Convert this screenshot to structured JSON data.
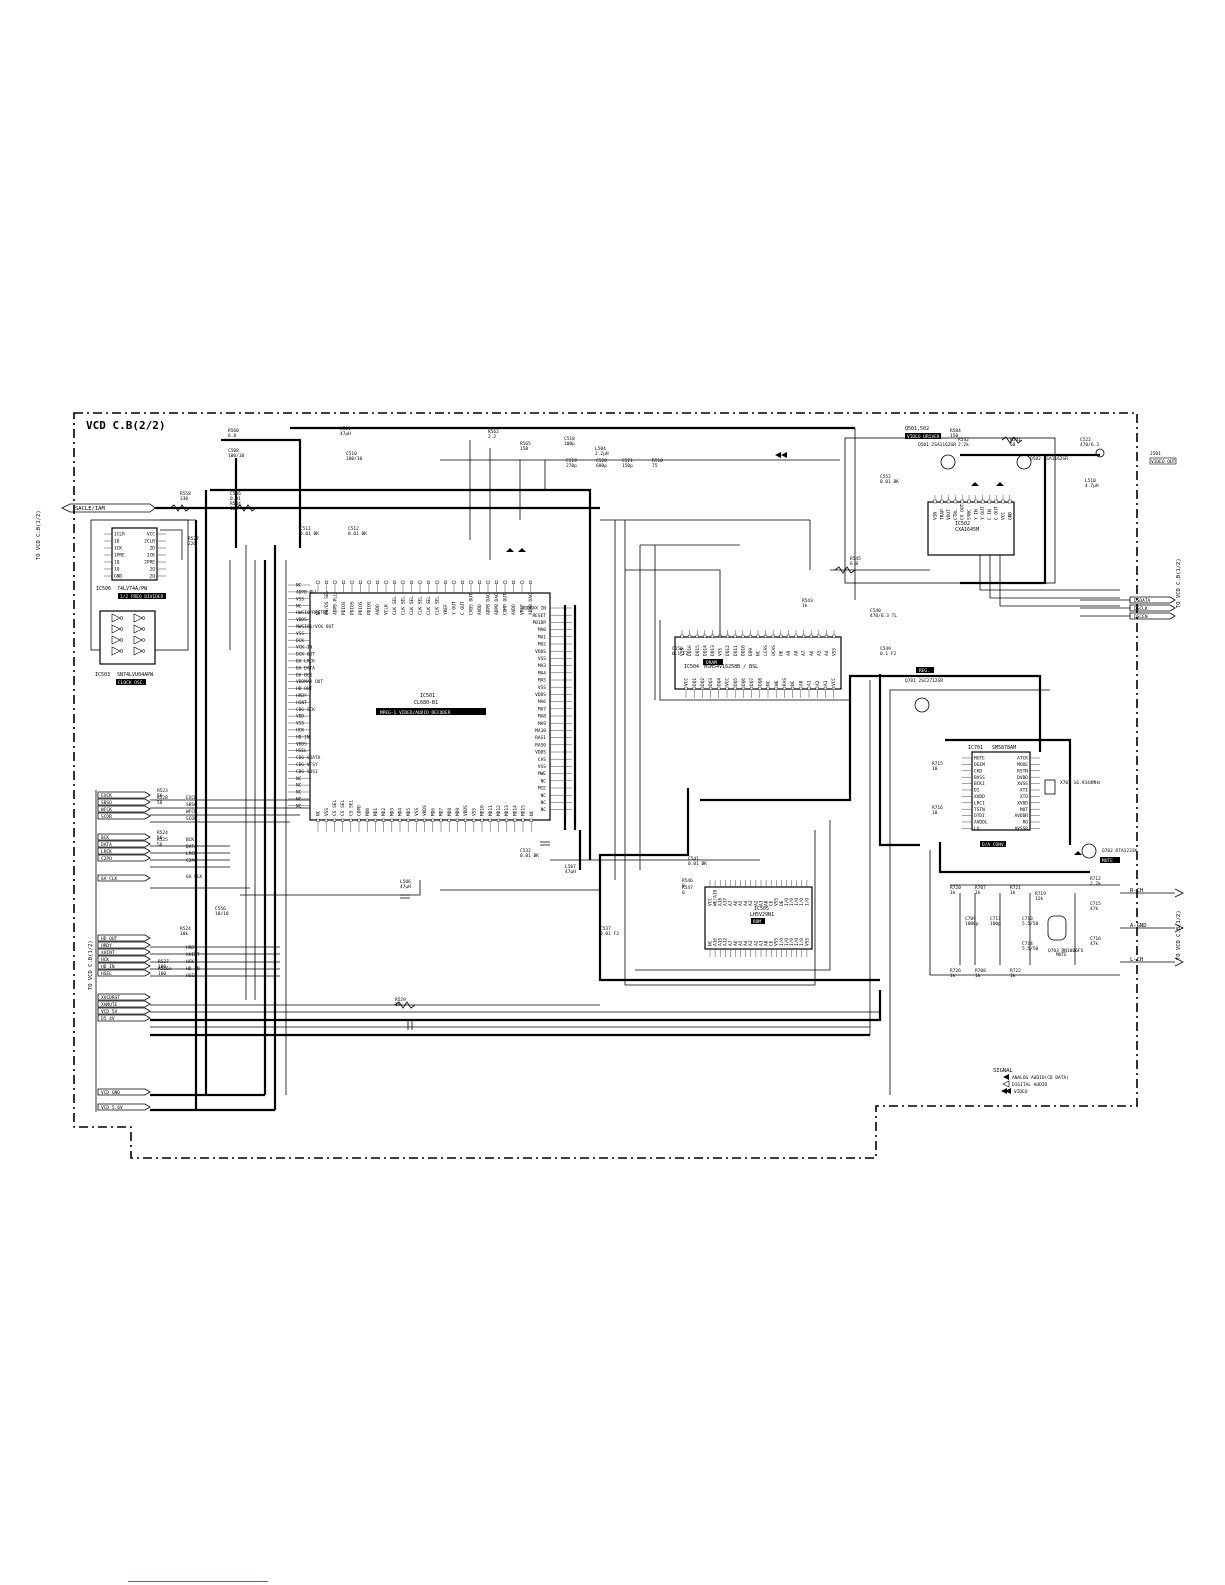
{
  "title": "VCD C.B(2/2)",
  "to_vcd_cb": "TO VCD C.B(1/2)",
  "ics": {
    "ic501": {
      "ref": "IC501",
      "part": "CL680-B1",
      "desc": "MPEG-1 VIDEO/AUDIO DECODER"
    },
    "ic502": {
      "ref": "IC502",
      "part": "CXA1645M"
    },
    "ic503": {
      "ref": "IC503",
      "part": "SN74LVU04APW",
      "desc": "CLOCK OSC."
    },
    "ic504": {
      "ref": "IC504",
      "part": "MSM54V16258B / BSL",
      "desc": "DRAM"
    },
    "ic505": {
      "ref": "IC505",
      "part": "LH5V29N1",
      "desc": "ROM"
    },
    "ic506": {
      "ref": "IC506",
      "part": "74LV74A/PW",
      "desc": "1/2 FREQ DIVIDER"
    },
    "ic701": {
      "ref": "IC701",
      "part": "SM5878AM",
      "desc": "D/A CONV."
    }
  },
  "video": {
    "q501": "Q501 2SA1162GR",
    "q502": "Q502 2SA1162GR",
    "driver": "VIDEO DRIVER",
    "q501_502": "Q501,502",
    "jack": "J501",
    "jack_label": "VIDEO OUT"
  },
  "audio": {
    "q701": "Q701 2SC2712GR",
    "q702": "Q702 DTA123JK",
    "q703": "Q703 RN1006FS",
    "reg": "REG.",
    "mute": "MUTE",
    "x701": "X701 16.9344MHz",
    "r_ch": "R-CH",
    "a_gnd": "A-GND",
    "l_ch": "L-CH"
  },
  "left_signals": [
    "EXCK",
    "SBSO",
    "WFCK",
    "SCOR",
    "BCK",
    "DATA",
    "LRCK",
    "C2PO",
    "6A CLK",
    "HD OUT",
    "HRDY",
    "XHINT",
    "HCK",
    "HD IN",
    "HSEL",
    "XVCDRST",
    "XAMUTE",
    "VCD 5V",
    "D5 4V",
    "VCD GND",
    "VCD 5.6V"
  ],
  "left_signals_mid": [
    "EXCK",
    "SBSO",
    "WFCK",
    "SCOR",
    "BCK",
    "DATA",
    "LRCK",
    "C2PO",
    "6A CLK",
    "HRDY",
    "XHINT",
    "HCK",
    "HD IN",
    "HSEL"
  ],
  "right_signals": [
    "DSDATA",
    "DSCLK",
    "DSCEN"
  ],
  "top_signal": "SACLE/IAM",
  "legend": {
    "title": "SIGNAL",
    "items": [
      "ANALOG AUDIO(CD DATA)",
      "DIGITAL AUDIO",
      "VIDEO"
    ]
  },
  "ic501_left_pins": [
    "NC",
    "ADPB PLL",
    "VSS",
    "NC",
    "HWSIO/RESTRE",
    "VDDS",
    "MWSIO1/VCK OUT",
    "VSS",
    "DCK",
    "VCK IN",
    "DCK OUT",
    "DA LRCK",
    "DA DATA",
    "DA BCK",
    "VDDMAX OUT",
    "HD OUT",
    "HRDY",
    "HINT",
    "CDG SCK",
    "VDD",
    "VSS",
    "HCK",
    "HD-IN",
    "VDDS",
    "HSEL",
    "CDG SDATA",
    "CDG VFSY",
    "CDG SOS1",
    "NC",
    "NC",
    "NC",
    "NC",
    "NC"
  ],
  "ic501_top_pins": [
    "NC",
    "PB/DS SEL",
    "ADPB PLL",
    "PDIOS",
    "PDIOS",
    "PDIOS",
    "PDIOS",
    "AVDD",
    "VCLK",
    "CLK SEL",
    "CLK SEL",
    "CLK SEL",
    "CLK SEL",
    "CLK SEL",
    "CLK SEL",
    "YREF",
    "Y OUT",
    "C OUT",
    "CVBS OUT",
    "AVDD",
    "ADPB DAC",
    "ADPB DAC",
    "COMP OUT",
    "AVDD",
    "VREF",
    "ADPB DAC"
  ],
  "ic501_right_pins": [
    "VDDMAX IN",
    "RESET",
    "PB1DP",
    "MA0",
    "MA1",
    "MA2",
    "VDDS",
    "VSS",
    "MA3",
    "MA4",
    "MA5",
    "VSS",
    "VDDS",
    "MA6",
    "MA7",
    "MA8",
    "MA9",
    "MA10",
    "RAS1",
    "RAS0",
    "VDDS",
    "CAS",
    "VSS",
    "MWE",
    "NC",
    "MCE",
    "NC",
    "NC",
    "NC"
  ],
  "ic501_bottom_pins": [
    "NC",
    "VSS",
    "CS SEL",
    "CS SEL",
    "CS SEL",
    "CDPD",
    "MD0",
    "MD1",
    "MD2",
    "MD3",
    "MD4",
    "MD5",
    "VSS",
    "VDDS",
    "MD6",
    "MD7",
    "MD8",
    "MD9",
    "VDDS",
    "VSS",
    "MD10",
    "MD11",
    "MD12",
    "MD13",
    "MD14",
    "MD15",
    "NC"
  ],
  "ic504_top_pins": [
    "VSS",
    "DQ16",
    "DQ15",
    "DQ14",
    "DQ13",
    "VSS",
    "DQ12",
    "DQ11",
    "DQ10",
    "DQ9",
    "NC",
    "LCAS",
    "UCAS",
    "OE",
    "A9",
    "A8",
    "A7",
    "A6",
    "A5",
    "A4",
    "VSS"
  ],
  "ic504_bottom_pins": [
    "VCC",
    "DQ1",
    "DQ2",
    "DQ3",
    "DQ4",
    "VCC",
    "DQ5",
    "DQ6",
    "DQ7",
    "DQ8",
    "NC",
    "WE",
    "RAS",
    "NC",
    "A0",
    "A1",
    "A2",
    "A3",
    "VCC"
  ],
  "ic505_top_pins": [
    "VCC",
    "WE/A19",
    "A18",
    "A17",
    "A7",
    "A6",
    "A5",
    "A4",
    "A3",
    "A2",
    "A1",
    "A0",
    "CE",
    "VSS",
    "OE",
    "I/O",
    "I/O",
    "I/O",
    "I/O",
    "I/O"
  ],
  "ic505_bottom_pins": [
    "NC",
    "A16",
    "A15",
    "A12",
    "A7",
    "A6",
    "A5",
    "A4",
    "A3",
    "A2",
    "A1",
    "A0",
    "CE",
    "VSS",
    "I/O",
    "I/O",
    "I/O",
    "I/O",
    "I/O",
    "VSS"
  ],
  "ic502_pins": [
    "VIN",
    "TRAP",
    "VOUT",
    "CTRL",
    "CV OUT",
    "SYNC",
    "Y IN",
    "Y OUT",
    "C IN",
    "C OUT",
    "VCC",
    "GND"
  ],
  "ic701_left": [
    "MUTE",
    "DEEM",
    "CKD",
    "BVSS",
    "BCKI",
    "DI",
    "XVDD",
    "LRCI",
    "TSTN",
    "OTDI",
    "AVDDL",
    "LO"
  ],
  "ic701_right": [
    "ATCK",
    "MODE",
    "RSTN",
    "DVDD",
    "XVSS",
    "XTI",
    "XTO",
    "XVDD",
    "MUT",
    "AVDDR",
    "RO",
    "AVSSR"
  ],
  "ic506_left": [
    "1CLR",
    "1D",
    "1CK",
    "1PRE",
    "1Q",
    "1Q",
    "GND"
  ],
  "ic506_right": [
    "VCC",
    "2CLR",
    "2D",
    "2CK",
    "2PRE",
    "2Q",
    "2Q"
  ],
  "components": [
    {
      "ref": "R560",
      "val": "6.8"
    },
    {
      "ref": "C508",
      "val": "100/10"
    },
    {
      "ref": "L501",
      "val": "47μH"
    },
    {
      "ref": "C510",
      "val": "100/10"
    },
    {
      "ref": "R562",
      "val": "2.2"
    },
    {
      "ref": "R565",
      "val": "150"
    },
    {
      "ref": "C518",
      "val": "100p"
    },
    {
      "ref": "L504",
      "val": "2.2μH"
    },
    {
      "ref": "C519",
      "val": "270p"
    },
    {
      "ref": "C520",
      "val": "680p"
    },
    {
      "ref": "C521",
      "val": "150p"
    },
    {
      "ref": "R510",
      "val": "75"
    },
    {
      "ref": "R558",
      "val": "330"
    },
    {
      "ref": "C546",
      "val": "0.01"
    },
    {
      "ref": "R544",
      "val": "100"
    },
    {
      "ref": "C511",
      "val": "0.01 BK"
    },
    {
      "ref": "C512",
      "val": "0.01 BK"
    },
    {
      "ref": "R527",
      "val": "220"
    },
    {
      "ref": "R584",
      "val": "150"
    },
    {
      "ref": "R542",
      "val": "2.2k"
    },
    {
      "ref": "R541",
      "val": "68"
    },
    {
      "ref": "C522",
      "val": "470/6.3"
    },
    {
      "ref": "L510",
      "val": "4.7μH"
    },
    {
      "ref": "C552",
      "val": "0.01 BK"
    },
    {
      "ref": "R545",
      "val": "6.8"
    },
    {
      "ref": "R543",
      "val": "1k"
    },
    {
      "ref": "C540",
      "val": "470/6.3 TL"
    },
    {
      "ref": "C550",
      "val": "0.1 F2"
    },
    {
      "ref": "C549",
      "val": "0.1 F2"
    },
    {
      "ref": "R546",
      "val": "0"
    },
    {
      "ref": "R547",
      "val": "0"
    },
    {
      "ref": "C541",
      "val": "0.01 BK"
    },
    {
      "ref": "L507",
      "val": "47μH"
    },
    {
      "ref": "L506",
      "val": "47μH"
    },
    {
      "ref": "C537",
      "val": "0.01 F2"
    },
    {
      "ref": "C556",
      "val": "10/10"
    },
    {
      "ref": "R523",
      "val": "56"
    },
    {
      "ref": "R528",
      "val": "56"
    },
    {
      "ref": "R524",
      "val": "56"
    },
    {
      "ref": "R525",
      "val": "56"
    },
    {
      "ref": "R527",
      "val": "100"
    },
    {
      "ref": "R526a",
      "val": "100"
    },
    {
      "ref": "R529",
      "val": "1k"
    },
    {
      "ref": "R524",
      "val": "10k"
    },
    {
      "ref": "C532",
      "val": "0.01 BK"
    },
    {
      "ref": "R715",
      "val": "10"
    },
    {
      "ref": "R716",
      "val": "10"
    },
    {
      "ref": "R720",
      "val": "1k"
    },
    {
      "ref": "R707",
      "val": "1k"
    },
    {
      "ref": "R721",
      "val": "1k"
    },
    {
      "ref": "R719",
      "val": "12k"
    },
    {
      "ref": "R712",
      "val": "2.2k"
    },
    {
      "ref": "C709",
      "val": "1000p"
    },
    {
      "ref": "C711",
      "val": "100p"
    },
    {
      "ref": "C713",
      "val": "5.5/50"
    },
    {
      "ref": "C715",
      "val": "47k"
    },
    {
      "ref": "C716",
      "val": "47k"
    },
    {
      "ref": "R726",
      "val": "1k"
    },
    {
      "ref": "R708",
      "val": "1k"
    },
    {
      "ref": "R722",
      "val": "1k"
    },
    {
      "ref": "C714",
      "val": "5.5/50"
    }
  ]
}
